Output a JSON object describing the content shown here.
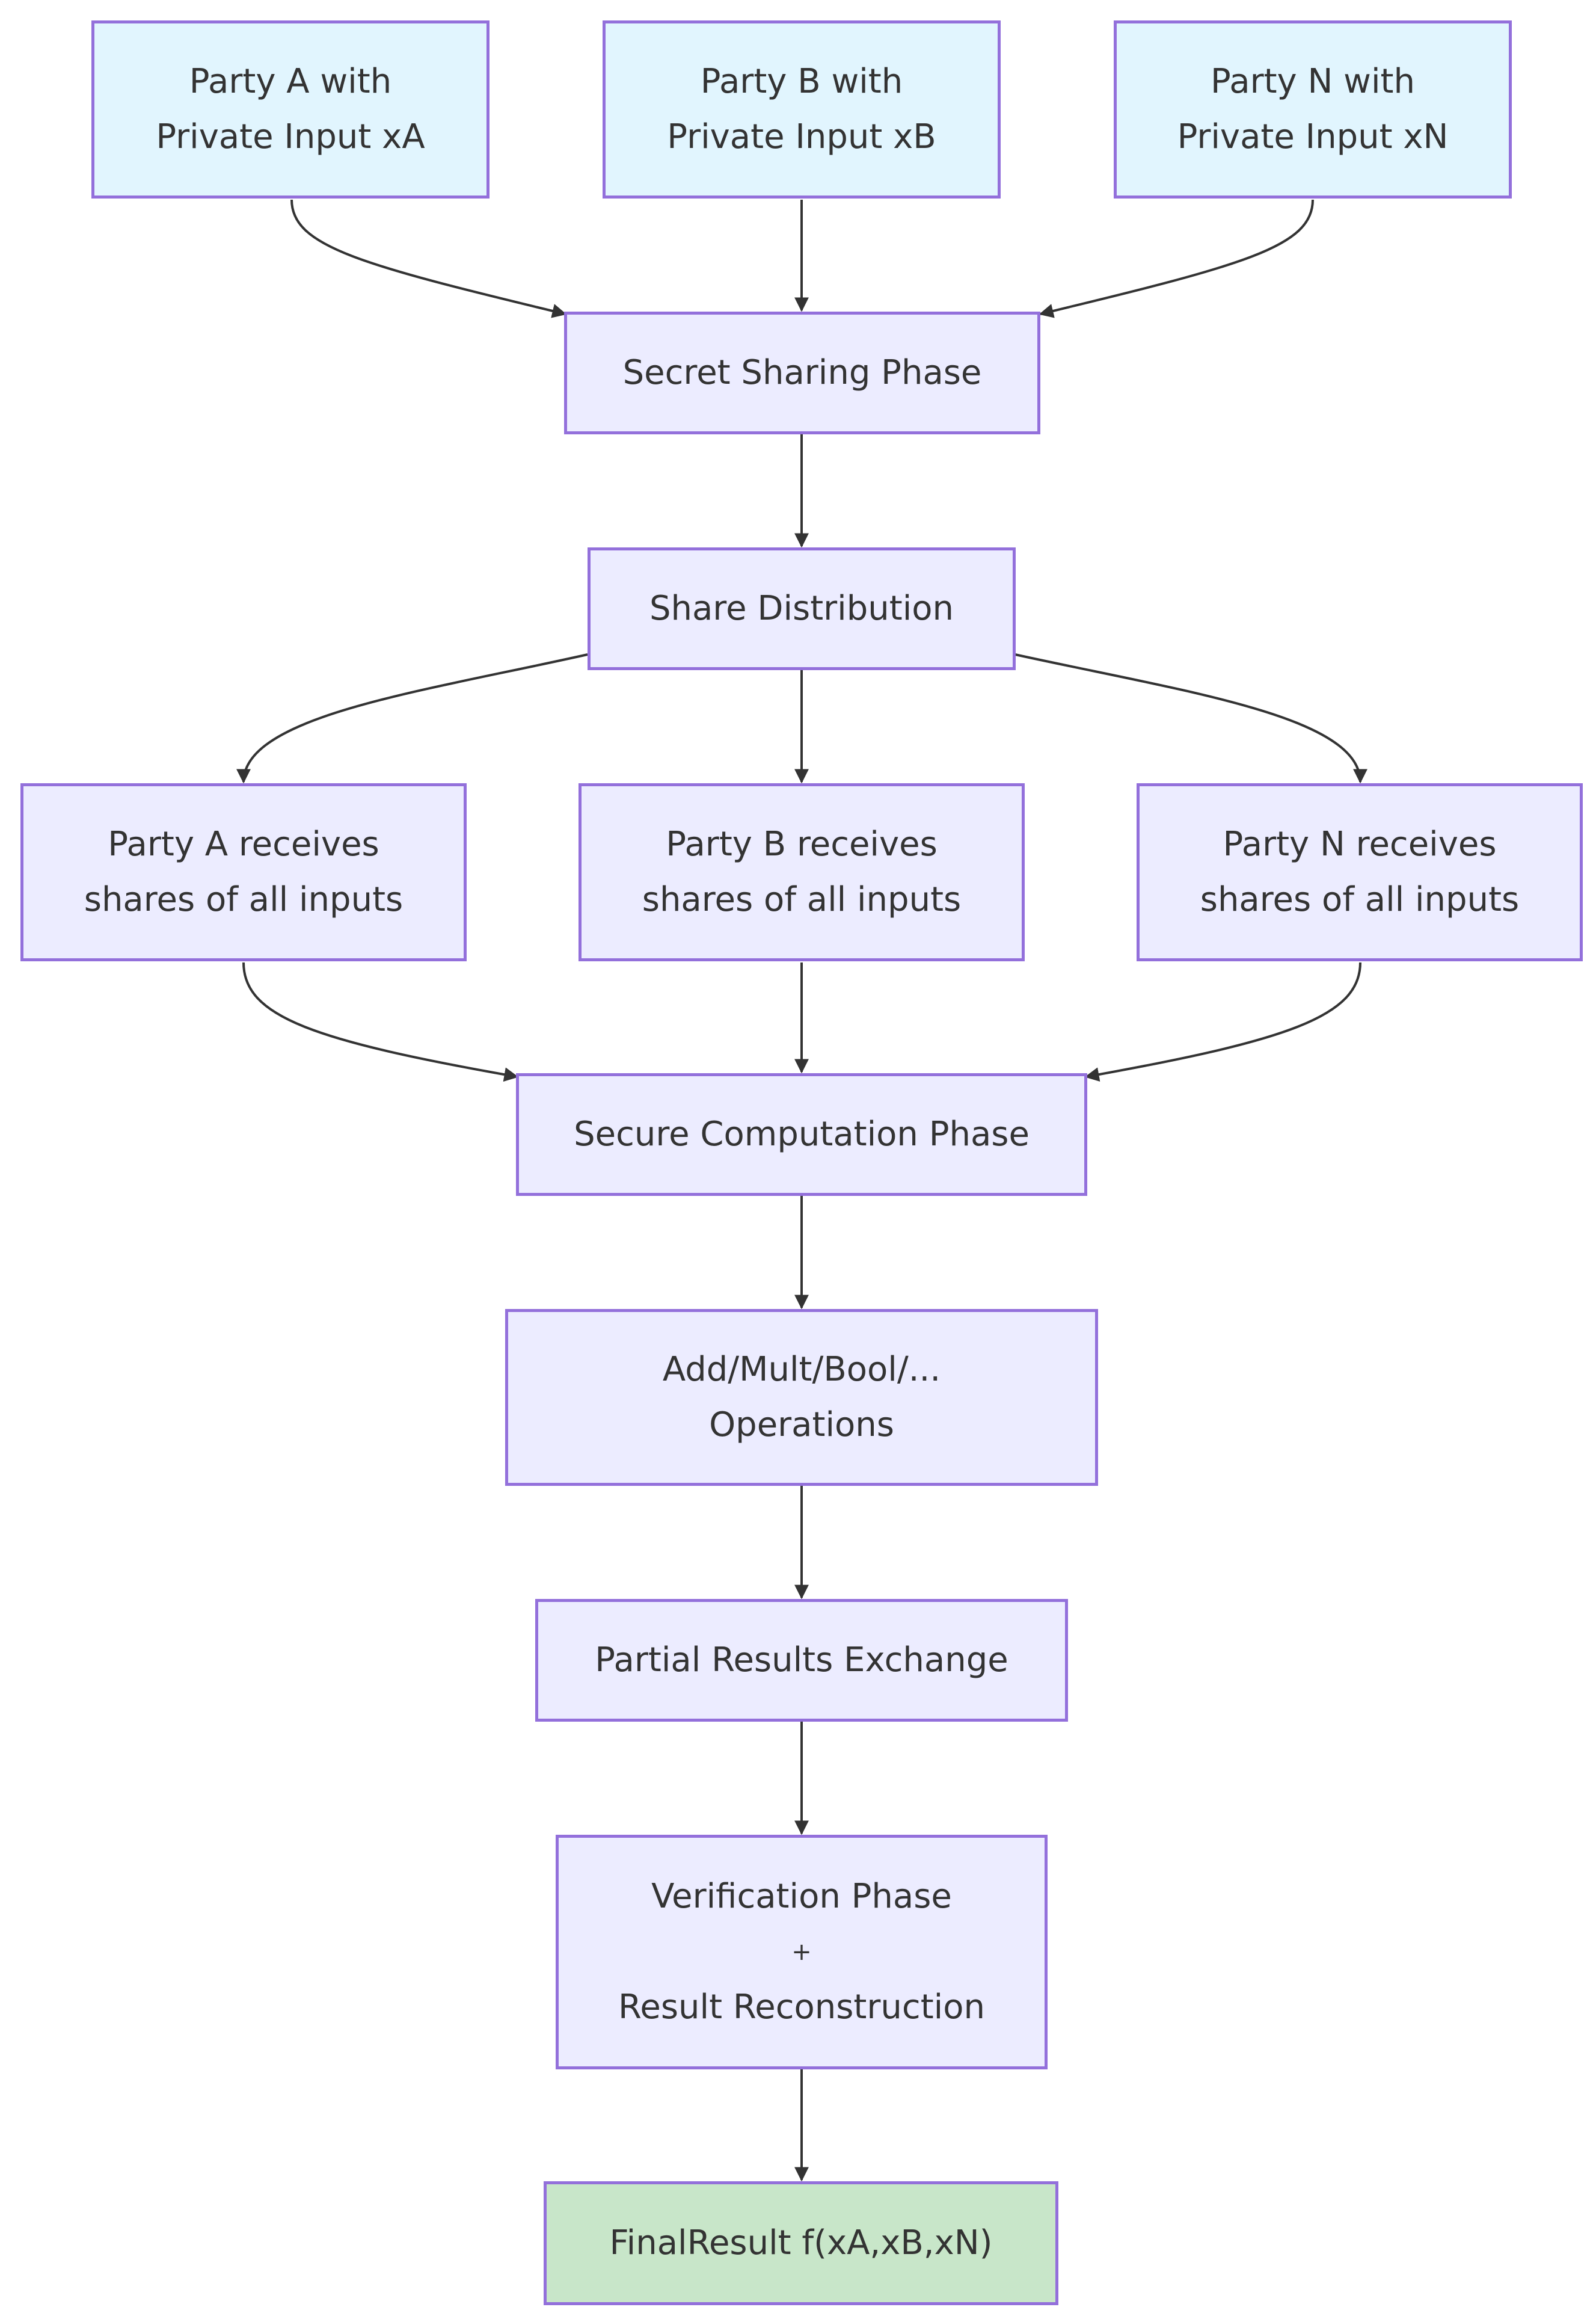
{
  "diagram": {
    "nodes": {
      "party_a": {
        "line1": "Party A with",
        "line2": "Private Input xA"
      },
      "party_b": {
        "line1": "Party B with",
        "line2": "Private Input xB"
      },
      "party_n": {
        "line1": "Party N with",
        "line2": "Private Input xN"
      },
      "secret_sharing": {
        "label": "Secret Sharing Phase"
      },
      "share_distribution": {
        "label": "Share Distribution"
      },
      "recv_a": {
        "line1": "Party A receives",
        "line2": "shares of all inputs"
      },
      "recv_b": {
        "line1": "Party B receives",
        "line2": "shares of all inputs"
      },
      "recv_n": {
        "line1": "Party N receives",
        "line2": "shares of all inputs"
      },
      "secure_computation": {
        "label": "Secure Computation Phase"
      },
      "operations": {
        "line1": "Add/Mult/Bool/...",
        "line2": "Operations"
      },
      "partial_results": {
        "label": "Partial Results Exchange"
      },
      "verification": {
        "line1": "Verification Phase",
        "line2": "+",
        "line3": "Result Reconstruction"
      },
      "final_result": {
        "label": "FinalResult f(xA,xB,xN)"
      }
    },
    "edges": [
      {
        "from": "party_a",
        "to": "secret_sharing"
      },
      {
        "from": "party_b",
        "to": "secret_sharing"
      },
      {
        "from": "party_n",
        "to": "secret_sharing"
      },
      {
        "from": "secret_sharing",
        "to": "share_distribution"
      },
      {
        "from": "share_distribution",
        "to": "recv_a"
      },
      {
        "from": "share_distribution",
        "to": "recv_b"
      },
      {
        "from": "share_distribution",
        "to": "recv_n"
      },
      {
        "from": "recv_a",
        "to": "secure_computation"
      },
      {
        "from": "recv_b",
        "to": "secure_computation"
      },
      {
        "from": "recv_n",
        "to": "secure_computation"
      },
      {
        "from": "secure_computation",
        "to": "operations"
      },
      {
        "from": "operations",
        "to": "partial_results"
      },
      {
        "from": "partial_results",
        "to": "verification"
      },
      {
        "from": "verification",
        "to": "final_result"
      }
    ],
    "colors": {
      "node_fill": "#ECECFF",
      "party_fill": "#E1F5FE",
      "final_fill": "#C8E6C9",
      "border": "#9370DB",
      "edge": "#333333",
      "text": "#333333"
    }
  }
}
